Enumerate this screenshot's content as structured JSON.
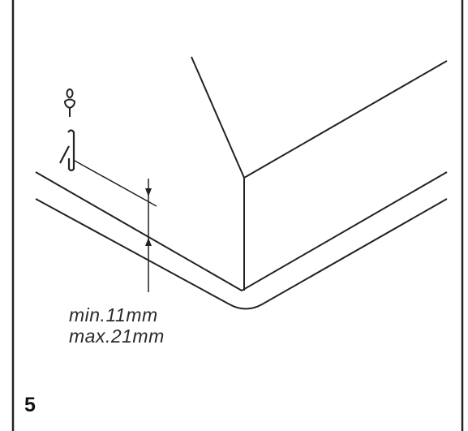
{
  "figure": {
    "step_number": "5",
    "dimensions": {
      "min_label": "min.11mm",
      "max_label": "max.21mm"
    }
  },
  "colors": {
    "line": "#222222",
    "frame": "#222222",
    "background": "#ffffff"
  },
  "icons": {
    "screw": "screw-icon",
    "clamp": "clamp-bracket-icon"
  }
}
